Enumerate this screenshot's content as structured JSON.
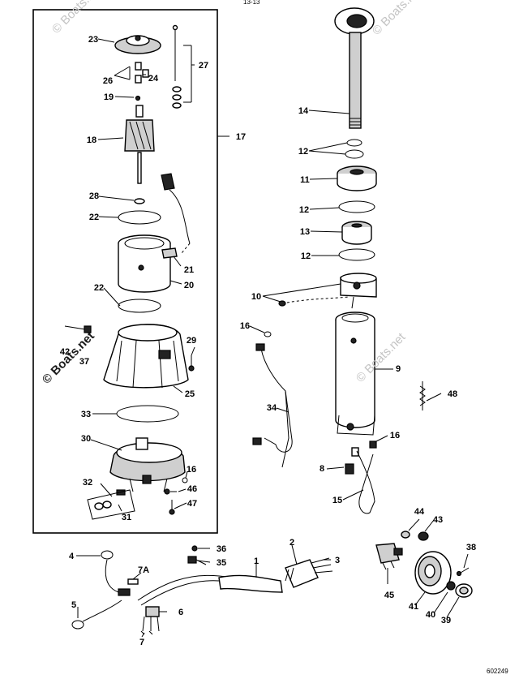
{
  "header_fragment": "13-13",
  "watermarks": [
    "© Boats.net",
    "© Boats.net",
    "© Boats.net",
    "© Boats.net"
  ],
  "figure_code": "602249",
  "callouts": [
    "1",
    "2",
    "3",
    "4",
    "5",
    "6",
    "7",
    "7A",
    "8",
    "9",
    "10",
    "11",
    "12",
    "12",
    "12",
    "13",
    "14",
    "15",
    "16",
    "16",
    "16",
    "17",
    "18",
    "19",
    "20",
    "21",
    "22",
    "22",
    "23",
    "24",
    "25",
    "26",
    "27",
    "28",
    "29",
    "30",
    "31",
    "32",
    "33",
    "34",
    "35",
    "36",
    "37",
    "38",
    "39",
    "40",
    "41",
    "42",
    "43",
    "44",
    "45",
    "46",
    "47",
    "48"
  ]
}
